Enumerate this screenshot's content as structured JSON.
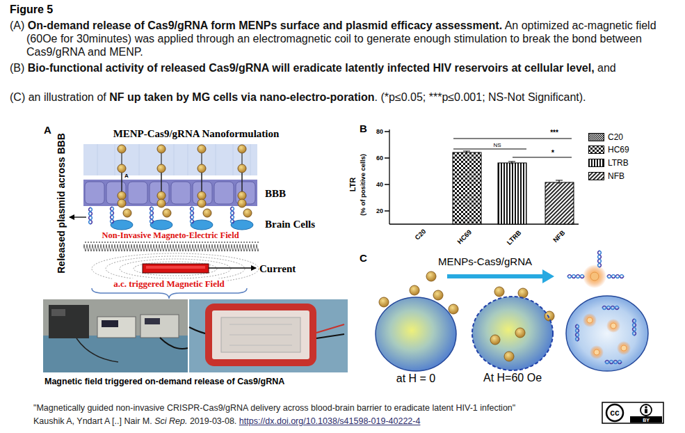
{
  "diagram": {
    "title": "Figure 5",
    "nodes": [
      {
        "text": [
          "at H = 0"
        ]
      },
      {
        "text": [
          "At H=60 Oe"
        ]
      }
    ],
    "labels": [
      "(A)",
      "On-demand release of Cas9/gRNA form MENPs surface and plasmid efficacy assessment.",
      "An optimized ac-magnetic field (60Oe for 30minutes) was applied through an electromagnetic coil to generate enough stimulation to break the bond between Cas9/gRNA and MENP.",
      "(B)",
      "Bio-functional activity of released Cas9/gRNA will eradicate latently infected HIV reservoirs at cellular level,",
      "and",
      "(C)",
      "an illustration of",
      "NF up taken by MG cells via nano-electro-poration",
      ". (*p≤0.05; ***p≤0.001; NS-Not Significant).",
      "A",
      "MENP-Cas9/gRNA Nanoformulation",
      "A",
      "BBB",
      "Brain Cells",
      "Non-Invasive Magneto-Electric Field",
      "Current",
      "a.c. triggered Magnetic Field",
      "Released plasmid across BBB",
      "Magnetic field triggered on-demand release of Cas9/gRNA",
      "B",
      "LTR",
      "(% of positive cells)",
      "80",
      "60",
      "40",
      "20",
      "C20",
      "HC69",
      "LTRB",
      "NFB",
      "***",
      "NS",
      "*",
      "C",
      "MENPs-Cas9/gRNA",
      "\"Magnetically guided non-invasive CRISPR-Cas9/gRNA delivery across blood-brain barrier to eradicate latent HIV-1 infection\"",
      "Kaushik A, Yndart A [..] Nair M.",
      "Sci Rep.",
      "2019-03-08.",
      "https://dx.doi.org/10.1038/s41598-019-40222-4",
      "cc",
      "BY"
    ],
    "legend": [
      {
        "text": "C20"
      },
      {
        "text": "HC69"
      },
      {
        "text": "LTRB"
      },
      {
        "text": "NFB"
      }
    ]
  }
}
